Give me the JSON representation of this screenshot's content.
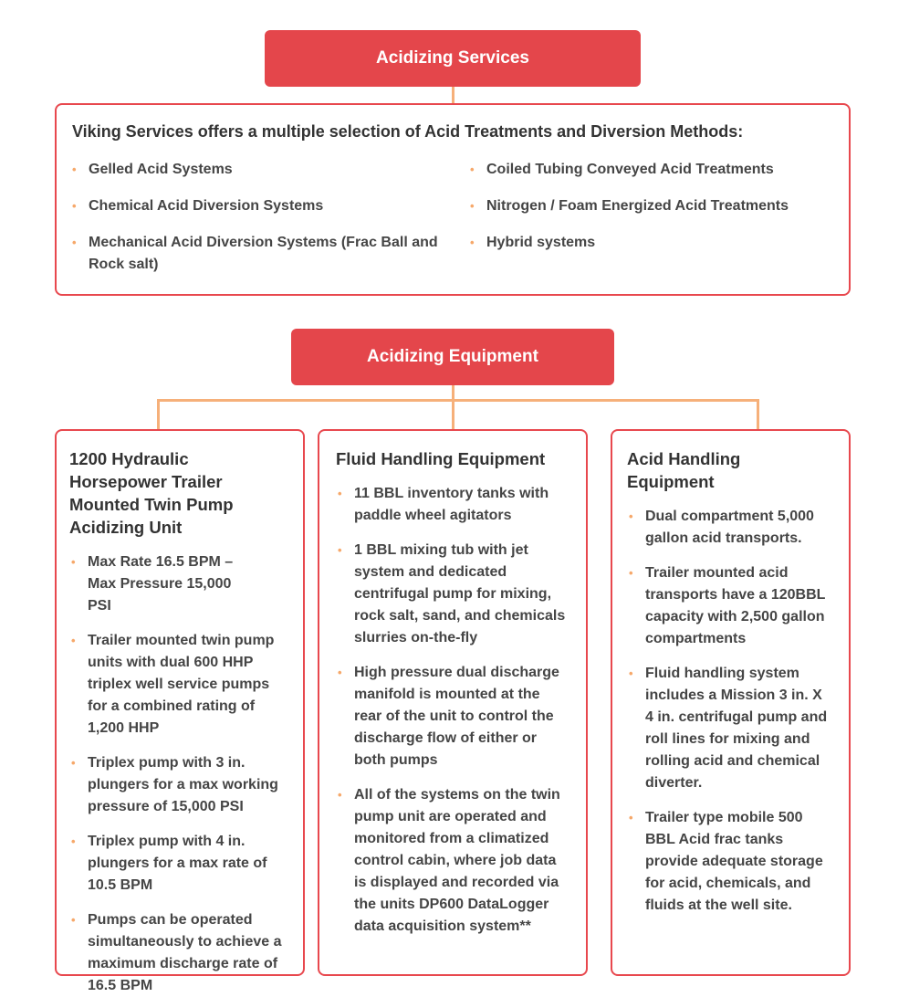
{
  "services": {
    "header": "Acidizing Services",
    "intro": "Viking Services offers a multiple selection of Acid Treatments and Diversion Methods:",
    "left_items": [
      "Gelled Acid Systems",
      "Chemical Acid Diversion Systems",
      "Mechanical Acid Diversion Systems  (Frac Ball and Rock salt)"
    ],
    "right_items": [
      "Coiled Tubing Conveyed Acid Treatments",
      "Nitrogen / Foam Energized Acid Treatments",
      "Hybrid systems"
    ]
  },
  "equipment": {
    "header": "Acidizing Equipment",
    "columns": [
      {
        "title": "1200 Hydraulic Horsepower Trailer Mounted Twin Pump Acidizing Unit",
        "items": [
          "Max Rate 16.5 BPM – Max Pressure 15,000 PSI",
          "Trailer mounted twin pump units with dual 600 HHP triplex well service pumps for a combined rating of 1,200 HHP",
          "Triplex pump with 3 in. plungers for a max working pressure of 15,000 PSI",
          "Triplex pump with 4 in. plungers for a max rate of 10.5 BPM",
          "Pumps can be operated simultaneously to achieve a maximum discharge rate of 16.5 BPM"
        ]
      },
      {
        "title": "Fluid Handling Equipment",
        "items": [
          "11 BBL inventory tanks with paddle wheel agitators",
          "1 BBL mixing tub with jet system and dedicated centrifugal pump for mixing, rock salt, sand, and chemicals slurries on-the-fly",
          "High pressure dual discharge manifold is mounted at the rear of the unit to control the discharge flow of either or both pumps",
          "All of the systems on the twin pump unit are operated and monitored from a climatized control cabin, where job data is displayed and recorded via the units DP600 DataLogger data acquisition system**"
        ]
      },
      {
        "title": "Acid Handling Equipment",
        "items": [
          "Dual compartment 5,000 gallon acid transports.",
          "Trailer mounted acid transports have a 120BBL capacity with 2,500 gallon compartments",
          "Fluid handling system includes a Mission 3 in. X 4 in. centrifugal pump and roll lines for mixing and rolling acid and chemical diverter.",
          "Trailer type mobile 500 BBL Acid frac tanks provide adequate storage for acid, chemicals, and fluids at the well site."
        ]
      }
    ]
  }
}
